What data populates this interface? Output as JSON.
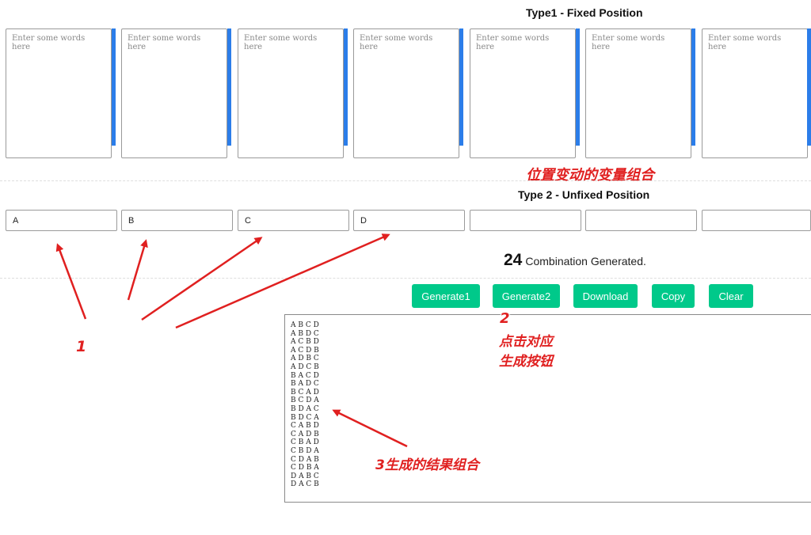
{
  "type1": {
    "title": "Type1 - Fixed Position",
    "placeholder": "Enter some words here"
  },
  "annotation_type1": "位置变动的变量组合",
  "type2": {
    "title": "Type 2 - Unfixed Position",
    "inputs": [
      "A",
      "B",
      "C",
      "D",
      "",
      "",
      ""
    ]
  },
  "count": {
    "number": "24",
    "label": "Combination Generated."
  },
  "buttons": {
    "generate1": "Generate1",
    "generate2": "Generate2",
    "download": "Download",
    "copy": "Copy",
    "clear": "Clear"
  },
  "results": [
    "A B C D",
    "A B D C",
    "A C B D",
    "A C D B",
    "A D B C",
    "A D C B",
    "B A C D",
    "B A D C",
    "B C A D",
    "B C D A",
    "B D A C",
    "B D C A",
    "C A B D",
    "C A D B",
    "C B A D",
    "C B D A",
    "C D A B",
    "C D B A",
    "D A B C",
    "D A C B"
  ],
  "annotations": {
    "step1": "1",
    "step2": "2",
    "step2_line1": "点击对应",
    "step2_line2": "生成按钮",
    "step3": "3生成的结果组合"
  },
  "colors": {
    "accent_blue": "#2b7de9",
    "button_green": "#00c98a",
    "annotation_red": "#e02020"
  }
}
